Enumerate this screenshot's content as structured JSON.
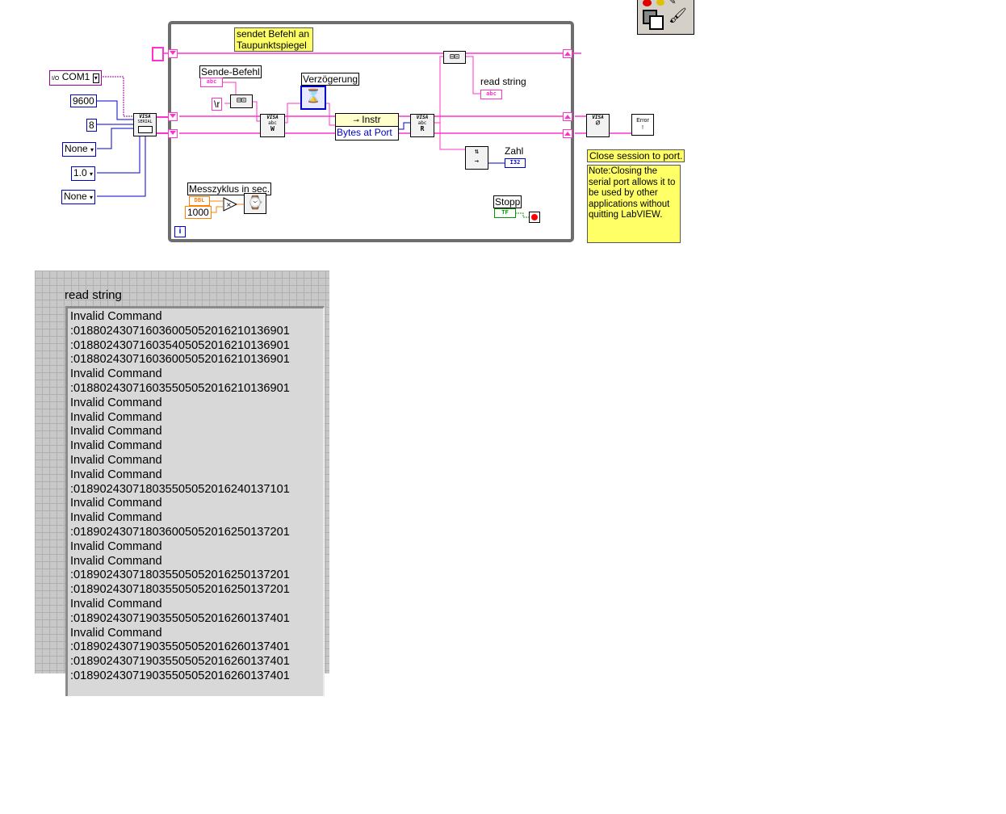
{
  "diagram": {
    "comment_header": "sendet Befehl an Taupunktspiegel",
    "port": "COM1",
    "baud": "9600",
    "data_bits": "8",
    "parity": "None",
    "stop_bits": "1.0",
    "flow_control": "None",
    "send_command_label": "Sende-Befehl",
    "cr_constant": "\\r",
    "delay_label": "Verzögerung",
    "property_class": "Instr",
    "property_item": "Bytes at Port",
    "read_string_label": "read string",
    "number_label": "Zahl",
    "cycle_label": "Messzyklus in sec.",
    "multiplier": "1000",
    "stop_label": "Stopp",
    "close_comment": "Close session to port.",
    "close_note": "Note:Closing the serial port allows it to be used by other applications without quitting LabVIEW.",
    "visa_text": "VISA",
    "serial_text": "SERIAL",
    "abc_text": "abc",
    "dbl_text": "DBL",
    "i32_text": "I32",
    "tf_text": "TF",
    "error_text": "Error",
    "loop_index": "i",
    "io_text": "I/O"
  },
  "front_panel": {
    "indicator_label": "read string",
    "lines": [
      "Invalid Command",
      ":01880243071603600505201621013690​1",
      ":018802430716035405052016210136901",
      ":018802430716036005052016210136901",
      "Invalid Command",
      ":018802430716035505052016210136901",
      "Invalid Command",
      "Invalid Command",
      "Invalid Command",
      "Invalid Command",
      "Invalid Command",
      "Invalid Command",
      ":018902430718035505052016240137101",
      "Invalid Command",
      "Invalid Command",
      ":018902430718036005052016250137201",
      "Invalid Command",
      "Invalid Command",
      ":018902430718035505052016250137201",
      ":018902430718035505052016250137201",
      "Invalid Command",
      ":018902430719035505052016260137401",
      "Invalid Command",
      ":018902430719035505052016260137401",
      ":018902430719035505052016260137401",
      ":018902430719035505052016260137401"
    ]
  },
  "colors": {
    "string_wire": "#ff33cc",
    "numeric_wire": "#0000cc",
    "dbl_wire": "#ff8000",
    "bool_wire": "#009900",
    "comment_bg": "#ffff66"
  }
}
